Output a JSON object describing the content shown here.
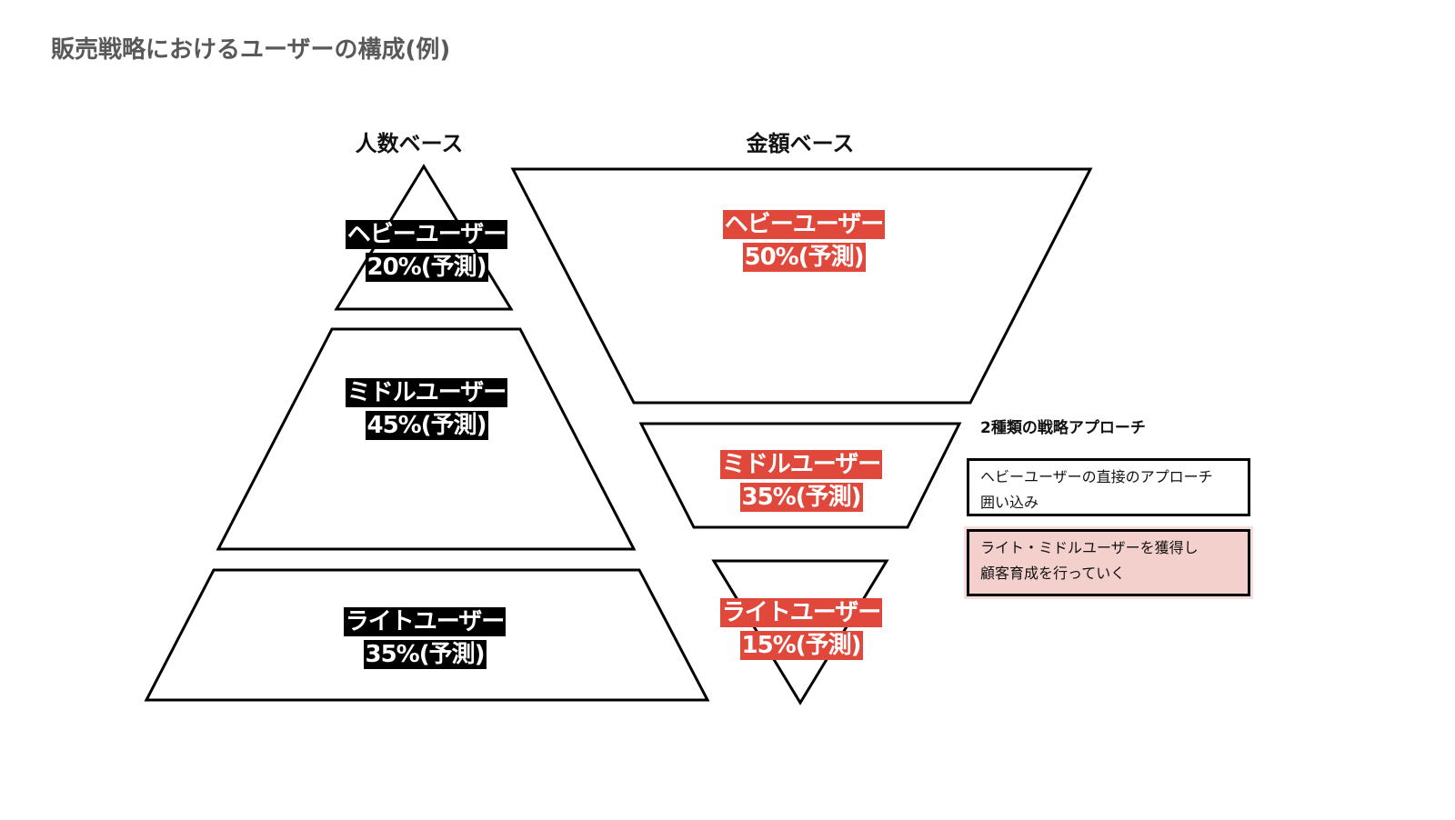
{
  "title": "販売戦略におけるユーザーの構成(例)",
  "columns": {
    "headcount": {
      "heading": "人数ベース"
    },
    "revenue": {
      "heading": "金額ベース"
    }
  },
  "headcount_tiers": [
    {
      "name": "ヘビーユーザー",
      "value": "20%(予測)"
    },
    {
      "name": "ミドルユーザー",
      "value": "45%(予測)"
    },
    {
      "name": "ライトユーザー",
      "value": "35%(予測)"
    }
  ],
  "revenue_tiers": [
    {
      "name": "ヘビーユーザー",
      "value": "50%(予測)"
    },
    {
      "name": "ミドルユーザー",
      "value": "35%(予測)"
    },
    {
      "name": "ライトユーザー",
      "value": "15%(予測)"
    }
  ],
  "approach": {
    "heading": "2種類の戦略アプローチ",
    "box1": {
      "line1": "ヘビーユーザーの直接のアプローチ",
      "line2": "囲い込み"
    },
    "box2": {
      "line1": "ライト・ミドルユーザーを獲得し",
      "line2": "顧客育成を行っていく"
    }
  },
  "colors": {
    "accent_red": "#e0483c",
    "pink_fill": "#f4d0cd",
    "title_gray": "#595959"
  }
}
